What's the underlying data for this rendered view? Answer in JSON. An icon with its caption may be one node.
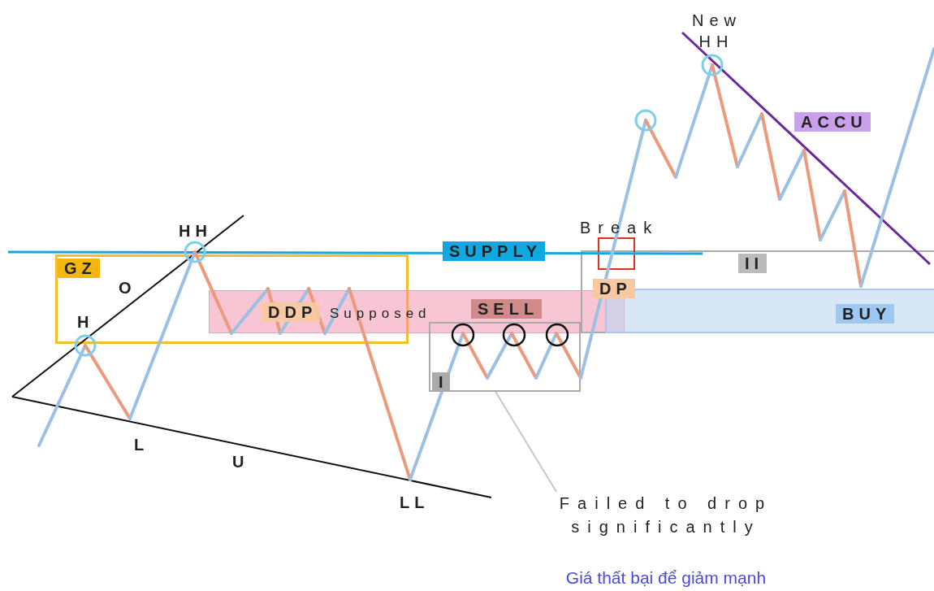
{
  "diagram": {
    "nodes": [
      {
        "text": [
          "GZ"
        ]
      },
      {
        "text": [
          "DDP",
          "Supposed",
          "SELL"
        ]
      },
      {
        "text": [
          "I"
        ]
      },
      {
        "text": [
          "II"
        ]
      },
      {
        "text": [
          "BUY"
        ],
        "in": 3
      },
      {
        "text": [
          "Break"
        ]
      },
      {
        "text": [
          "Failed to drop significantly",
          "Giá thất bại để giảm mạnh"
        ]
      }
    ],
    "edges": [
      {
        "from": 6,
        "to": 2,
        "arrow": "none"
      }
    ],
    "labels": [
      "New HH",
      "ACCU",
      "HH",
      "SUPPLY",
      "O",
      "DP",
      "H",
      "L",
      "U",
      "LL"
    ]
  }
}
